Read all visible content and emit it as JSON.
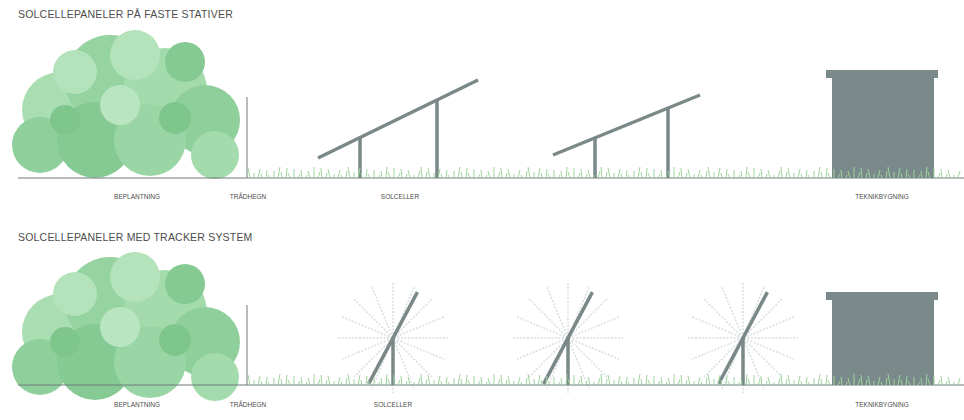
{
  "diagram": {
    "labels": [
      "SOLCELLEPANELER PÅ FASTE STATIVER",
      "BEPLANTNING",
      "TRÅDHEGN",
      "SOLCELLER",
      "TEKNIKBYGNING",
      "SOLCELLEPANELER MED TRACKER SYSTEM",
      "BEPLANTNING",
      "TRÅDHEGN",
      "SOLCELLER",
      "TEKNIKBYGNING"
    ]
  }
}
